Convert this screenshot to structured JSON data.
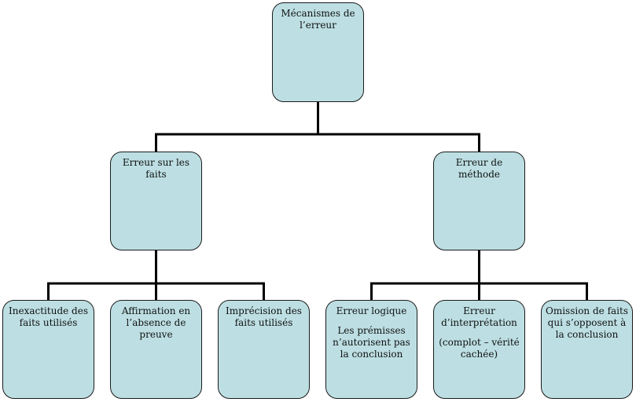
{
  "diagram": {
    "root": {
      "label": "Mécanismes de l’erreur"
    },
    "branches": [
      {
        "label": "Erreur sur les faits",
        "children": [
          {
            "label": "Inexactitude des faits utilisés"
          },
          {
            "label": "Affirmation en l’absence de preuve"
          },
          {
            "label": "Imprécision des faits utilisés"
          }
        ]
      },
      {
        "label": "Erreur de méthode",
        "children": [
          {
            "label": "Erreur logique",
            "note": "Les prémisses n’autorisent pas la conclusion"
          },
          {
            "label": "Erreur d’interprétation",
            "note": "(complot – vérité cachée)"
          },
          {
            "label": "Omission de faits qui s’opposent à la conclusion"
          }
        ]
      }
    ],
    "colors": {
      "box_fill": "#bddfe3",
      "box_border": "#1a1a1a",
      "connector": "#000000"
    }
  }
}
